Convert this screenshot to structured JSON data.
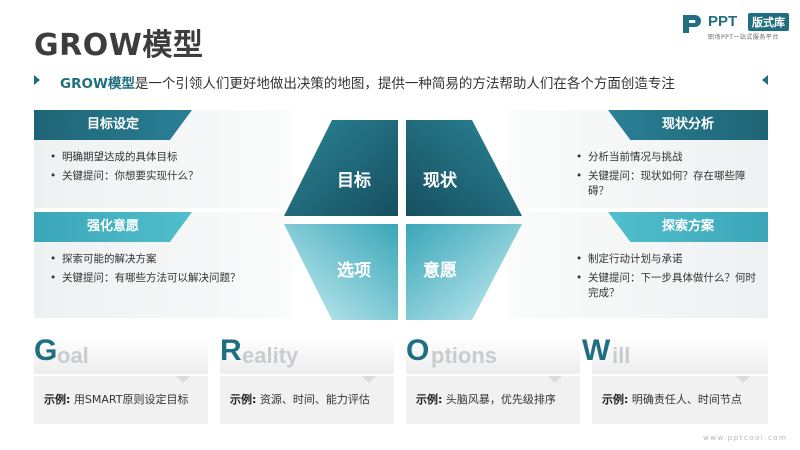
{
  "title": "GROW模型",
  "logo": {
    "ppt": "PPT",
    "badge": "版式库",
    "slogan": "职场PPT一站式服务平台"
  },
  "subtitle": {
    "highlight": "GROW模型",
    "text": "是一个引领人们更好地做出决策的地图，提供一种简易的方法帮助人们在各个方面创造专注"
  },
  "sections": {
    "goal_setting": {
      "label": "目标设定",
      "bullets": [
        "明确期望达成的具体目标",
        "关键提问：你想要实现什么？"
      ]
    },
    "reality_analysis": {
      "label": "现状分析",
      "bullets": [
        "分析当前情况与挑战",
        "关键提问：现状如何？存在哪些障碍？"
      ]
    },
    "strengthen_will": {
      "label": "强化意愿",
      "bullets": [
        "探索可能的解决方案",
        "关键提问：有哪些方法可以解决问题？"
      ]
    },
    "explore_options": {
      "label": "探索方案",
      "bullets": [
        "制定行动计划与承诺",
        "关键提问：下一步具体做什么？何时完成？"
      ]
    }
  },
  "quadrants": {
    "goal": "目标",
    "reality": "现状",
    "options": "选项",
    "will": "意愿"
  },
  "letters": [
    {
      "initial": "G",
      "rest": "oal",
      "example_prefix": "示例:",
      "example": "用SMART原则设定目标"
    },
    {
      "initial": "R",
      "rest": "eality",
      "example_prefix": "示例:",
      "example": "资源、时间、能力评估"
    },
    {
      "initial": "O",
      "rest": "ptions",
      "example_prefix": "示例:",
      "example": "头脑风暴，优先级排序"
    },
    {
      "initial": "W",
      "rest": "ill",
      "example_prefix": "示例:",
      "example": "明确责任人、时间节点"
    }
  ],
  "footer_url": "www.pptcool.com",
  "colors": {
    "dark_teal": "#1e6476",
    "light_teal": "#3aa6b8",
    "accent": "#1f6f80"
  }
}
